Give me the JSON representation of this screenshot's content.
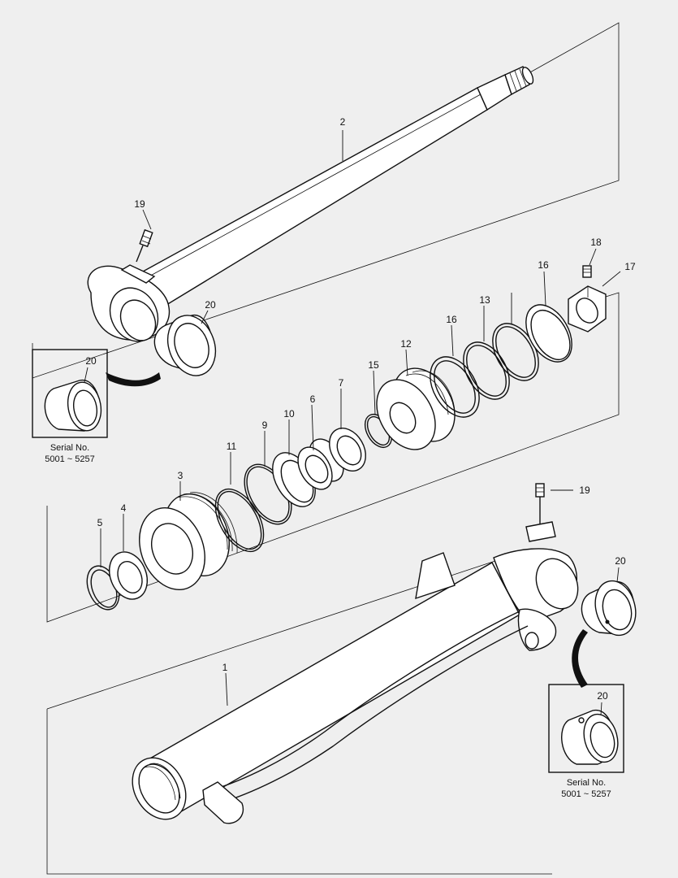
{
  "callouts": {
    "p1": "1",
    "p2": "2",
    "p3": "3",
    "p4": "4",
    "p5": "5",
    "p6": "6",
    "p7": "7",
    "p9": "9",
    "p10": "10",
    "p11": "11",
    "p12": "12",
    "p13": "13",
    "p15": "15",
    "p16a": "16",
    "p16b": "16",
    "p17": "17",
    "p18": "18",
    "p19a": "19",
    "p19b": "19",
    "p20a": "20",
    "p20b": "20",
    "p20c": "20",
    "p20d": "20"
  },
  "inset_left": {
    "label": "20",
    "caption_line1": "Serial No.",
    "caption_line2": "5001 ~ 5257"
  },
  "inset_right": {
    "label": "20",
    "caption_line1": "Serial No.",
    "caption_line2": "5001 ~ 5257"
  }
}
